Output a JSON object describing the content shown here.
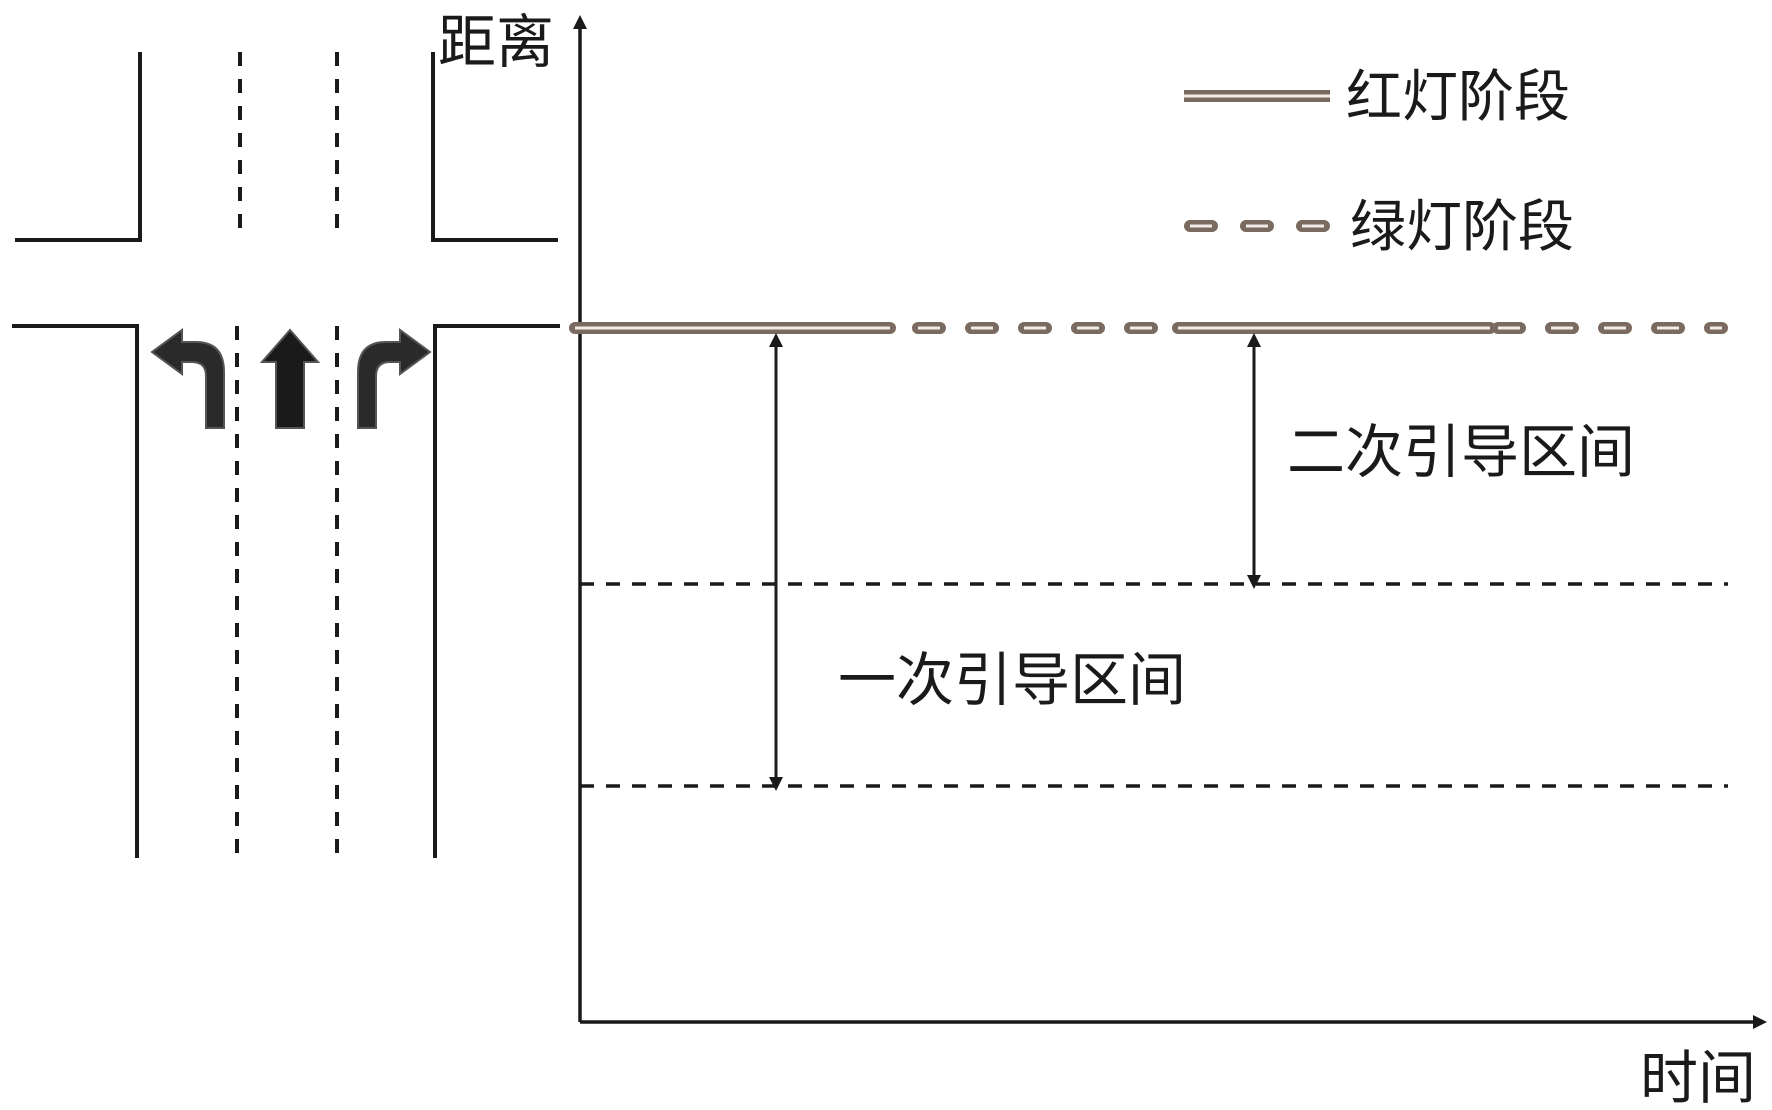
{
  "axes": {
    "y_label": "距离",
    "x_label": "时间"
  },
  "legend": {
    "red_phase": "红灯阶段",
    "green_phase": "绿灯阶段"
  },
  "zones": {
    "secondary": "二次引导区间",
    "primary": "一次引导区间"
  },
  "intersection": {
    "lane_arrows": [
      "left-turn-arrow-icon",
      "straight-arrow-icon",
      "right-turn-arrow-icon"
    ]
  },
  "colors": {
    "red_phase_line": "#7a6a60",
    "green_phase_dash": "#8a7a70",
    "ink": "#1a1a1a"
  }
}
